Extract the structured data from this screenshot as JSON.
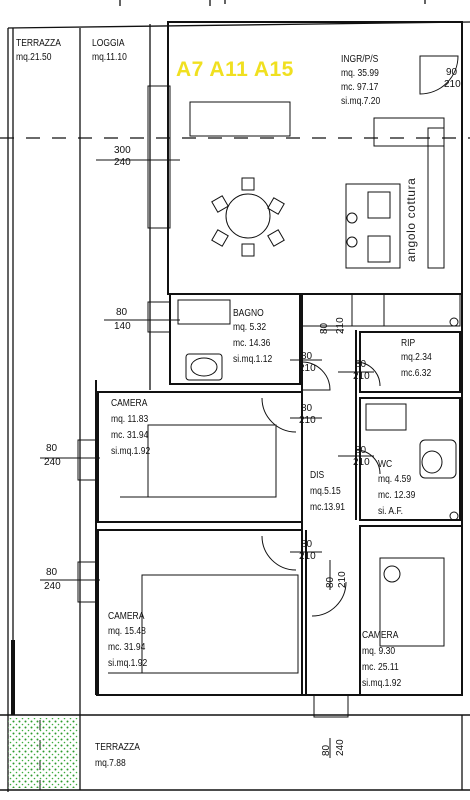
{
  "units": {
    "brand": "A7 A11 A15",
    "brand_color": "#f0e020"
  },
  "rooms": {
    "terrazza_top": {
      "name": "TERRAZZA",
      "mq": "mq.21.50"
    },
    "loggia": {
      "name": "LOGGIA",
      "mq": "mq.11.10"
    },
    "ingresso": {
      "name": "INGR/P/S",
      "mq": "mq.  35.99",
      "mc": "mc.  97.17",
      "si": "si.mq.7.20"
    },
    "bagno": {
      "name": "BAGNO",
      "mq": "mq.  5.32",
      "mc": "mc.  14.36",
      "si": "si.mq.1.12"
    },
    "rip": {
      "name": "RIP",
      "mq": "mq.2.34",
      "mc": "mc.6.32"
    },
    "camera1": {
      "name": "CAMERA",
      "mq": "mq.  11.83",
      "mc": "mc.  31.94",
      "si": "si.mq.1.92"
    },
    "wc": {
      "name": "WC",
      "mq": "mq.   4.59",
      "mc": "mc.  12.39",
      "si": "si.     A.F."
    },
    "dis": {
      "name": "DIS",
      "mq": "mq.5.15",
      "mc": "mc.13.91"
    },
    "camera2": {
      "name": "CAMERA",
      "mq": "mq.  15.48",
      "mc": "mc.  31.94",
      "si": "si.mq.1.92"
    },
    "camera3": {
      "name": "CAMERA",
      "mq": "mq.  9.30",
      "mc": "mc.  25.11",
      "si": "si.mq.1.92"
    },
    "terrazza_bottom": {
      "name": "TERRAZZA",
      "mq": "mq.7.88"
    }
  },
  "kitchen_label": "angolo cottura",
  "openings": {
    "entry_door": {
      "w": "90",
      "h": "210"
    },
    "window_ingr": {
      "w": "300",
      "h": "240"
    },
    "window_bagno": {
      "w": "80",
      "h": "140"
    },
    "door_bagno": {
      "w": "80",
      "h": "210"
    },
    "door_rip": {
      "w": "80",
      "h": "210"
    },
    "door_camera1": {
      "w": "80",
      "h": "210"
    },
    "door_wc": {
      "w": "80",
      "h": "210"
    },
    "window_cam1": {
      "w": "80",
      "h": "240"
    },
    "door_camera2": {
      "w": "80",
      "h": "210"
    },
    "window_cam2": {
      "w": "80",
      "h": "240"
    },
    "door_camera3": {
      "w": "80",
      "h": "210"
    },
    "door_rip_vert": {
      "w": "80",
      "h": "210"
    },
    "window_bottom": {
      "w": "80",
      "h": "240"
    }
  },
  "colors": {
    "wall": "#111111",
    "hatch_green": "#2e9a2e"
  }
}
